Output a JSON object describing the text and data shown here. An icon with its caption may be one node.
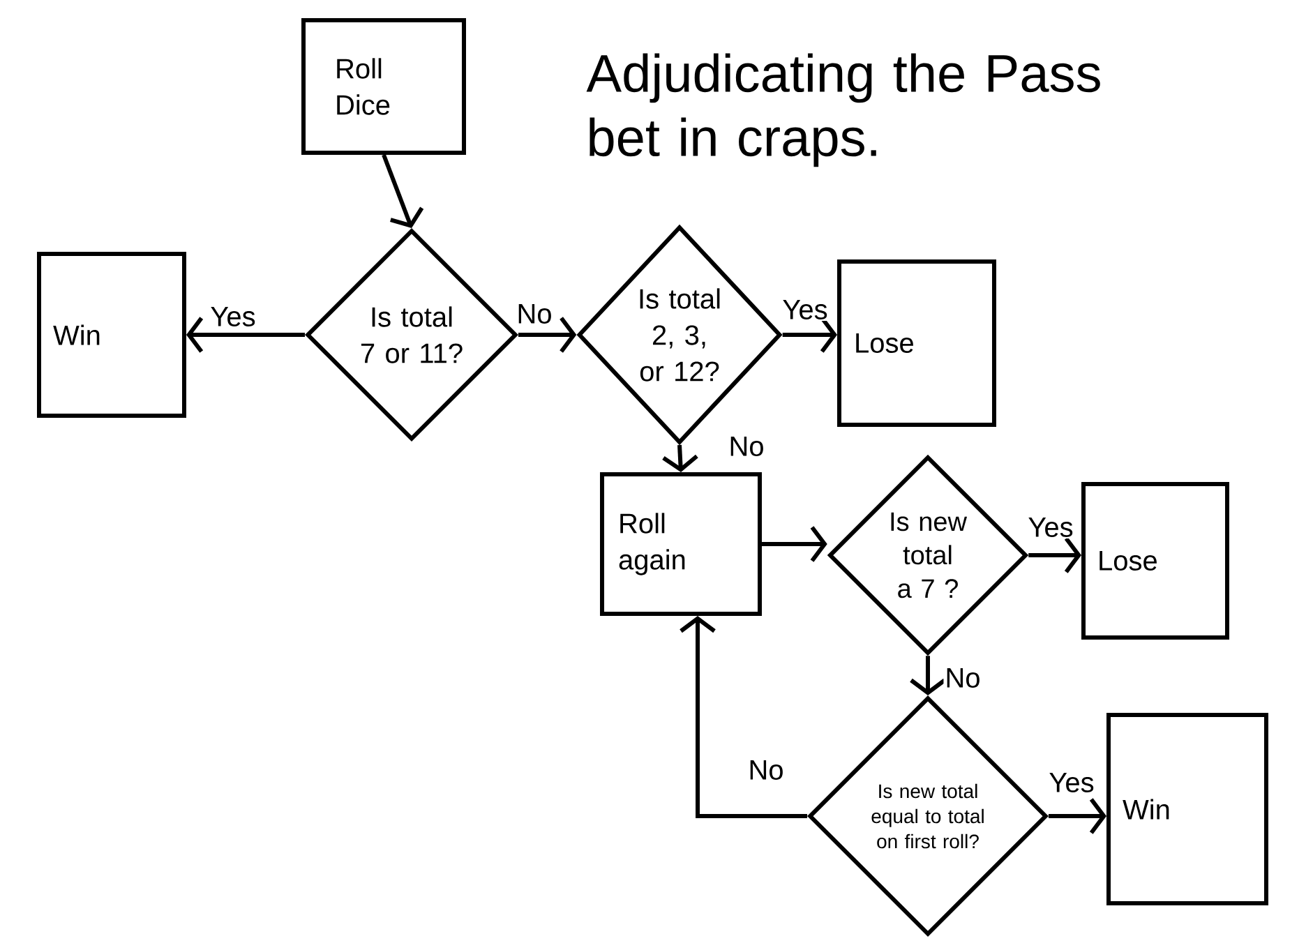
{
  "diagram": {
    "title": "Adjudicating the Pass bet in craps.",
    "nodes": [
      {
        "text": [
          "Roll Dice"
        ]
      },
      {
        "text": [
          "Is total 7 or 11?"
        ]
      },
      {
        "text": [
          "Win"
        ]
      },
      {
        "text": [
          "Is total 2, 3, or 12?"
        ]
      },
      {
        "text": [
          "Lose"
        ]
      },
      {
        "text": [
          "Roll again"
        ]
      },
      {
        "text": [
          "Is new total a 7 ?"
        ]
      },
      {
        "text": [
          "Lose"
        ]
      },
      {
        "text": [
          "Is new total equal to total on first roll?"
        ]
      },
      {
        "text": [
          "Win"
        ]
      }
    ],
    "edges": [
      {
        "from": 0,
        "to": 1,
        "arrow": "to"
      },
      {
        "from": 1,
        "to": 2,
        "arrow": "to",
        "label": "Yes"
      },
      {
        "from": 1,
        "to": 3,
        "arrow": "to",
        "label": "No"
      },
      {
        "from": 3,
        "to": 4,
        "arrow": "to",
        "label": "Yes"
      },
      {
        "from": 3,
        "to": 5,
        "arrow": "to",
        "label": "No"
      },
      {
        "from": 5,
        "to": 6,
        "arrow": "to"
      },
      {
        "from": 6,
        "to": 7,
        "arrow": "to",
        "label": "Yes"
      },
      {
        "from": 6,
        "to": 8,
        "arrow": "to",
        "label": "No"
      },
      {
        "from": 8,
        "to": 9,
        "arrow": "to",
        "label": "Yes"
      },
      {
        "from": 8,
        "to": 5,
        "arrow": "to",
        "label": "No"
      }
    ]
  }
}
